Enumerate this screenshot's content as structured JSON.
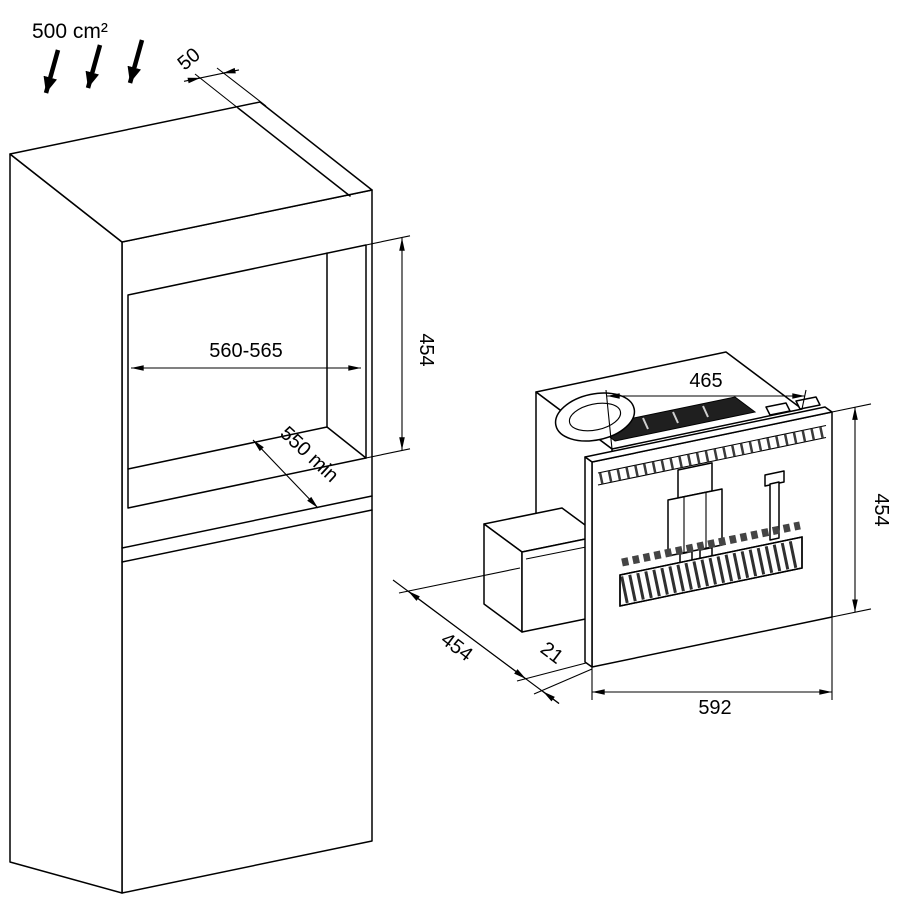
{
  "figure": {
    "type": "installation-dimension-diagram",
    "cabinet": {
      "vent_area_label": "500 cm²",
      "vent_gap_label": "50",
      "niche_width_label": "560-565",
      "niche_height_label": "454",
      "niche_depth_label": "550 min"
    },
    "appliance": {
      "width_label": "465",
      "height_label": "454",
      "depth_label": "454",
      "fascia_depth_label": "21",
      "fascia_width_label": "592"
    }
  }
}
